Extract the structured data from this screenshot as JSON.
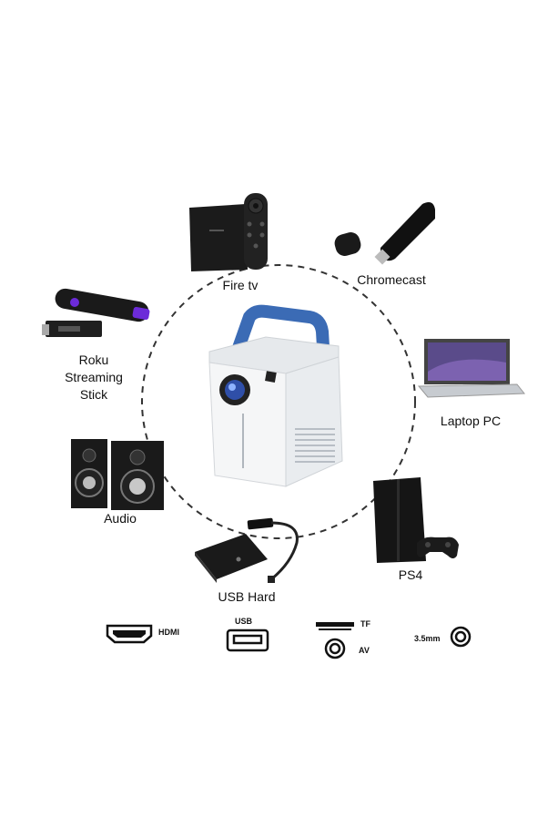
{
  "devices": {
    "fire_tv": "Fire tv",
    "chromecast": "Chromecast",
    "roku": "Roku\nStreaming\nStick",
    "laptop": "Laptop PC",
    "audio": "Audio",
    "ps4": "PS4",
    "usb_hard": "USB Hard"
  },
  "ports": {
    "hdmi": "HDMI",
    "usb": "USB",
    "tf": "TF",
    "av": "AV",
    "jack": "3.5mm"
  },
  "colors": {
    "ring": "#333333",
    "projector_body": "#f2f4f6",
    "projector_handle": "#3b6bb5",
    "roku_purple": "#6c2bd9",
    "device_dark": "#1a1a1a"
  }
}
